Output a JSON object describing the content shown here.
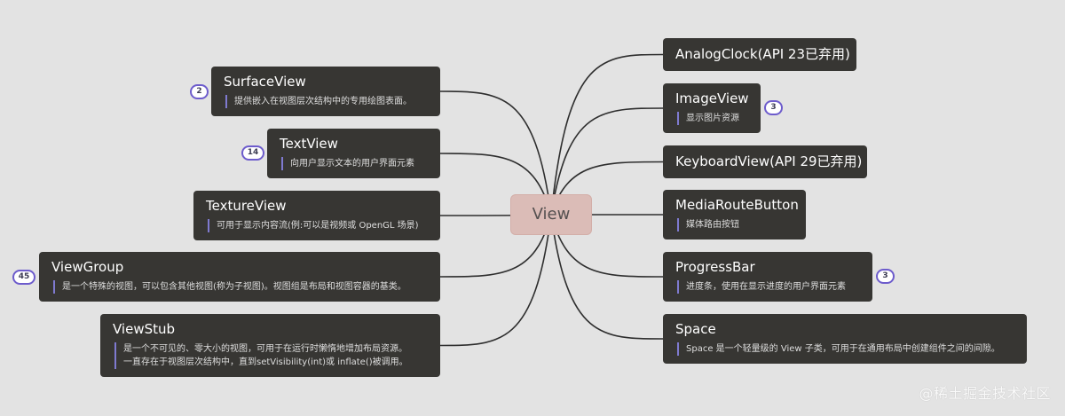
{
  "center": {
    "label": "View"
  },
  "left_nodes": [
    {
      "title": "SurfaceView",
      "note": "提供嵌入在视图层次结构中的专用绘图表面。",
      "badge": "2"
    },
    {
      "title": "TextView",
      "note": "向用户显示文本的用户界面元素",
      "badge": "14"
    },
    {
      "title": "TextureView",
      "note": "可用于显示内容流(例:可以是视频或 OpenGL 场景)",
      "badge": ""
    },
    {
      "title": "ViewGroup",
      "note": "是一个特殊的视图，可以包含其他视图(称为子视图)。视图组是布局和视图容器的基类。",
      "badge": "45"
    },
    {
      "title": "ViewStub",
      "note": "是一个不可见的、零大小的视图，可用于在运行时懒惰地增加布局资源。\n一直存在于视图层次结构中，直到setVisibility(int)或 inflate()被调用。",
      "badge": ""
    }
  ],
  "right_nodes": [
    {
      "title": "AnalogClock(API 23已弃用)",
      "note": "",
      "badge": ""
    },
    {
      "title": "ImageView",
      "note": "显示图片资源",
      "badge": "3"
    },
    {
      "title": "KeyboardView(API 29已弃用)",
      "note": "",
      "badge": ""
    },
    {
      "title": "MediaRouteButton",
      "note": "媒体路由按钮",
      "badge": ""
    },
    {
      "title": "ProgressBar",
      "note": "进度条，使用在显示进度的用户界面元素",
      "badge": "3"
    },
    {
      "title": "Space",
      "note": "Space 是一个轻量级的 View 子类，可用于在通用布局中创建组件之间的间隙。",
      "badge": ""
    }
  ],
  "watermark": "@稀土掘金技术社区",
  "colors": {
    "background": "#e3e3e3",
    "node": "#373633",
    "center": "#dbbcb7",
    "line": "#2e2e2e",
    "badge_border": "#6d5ccc",
    "note_bar": "#7f7ad0"
  }
}
